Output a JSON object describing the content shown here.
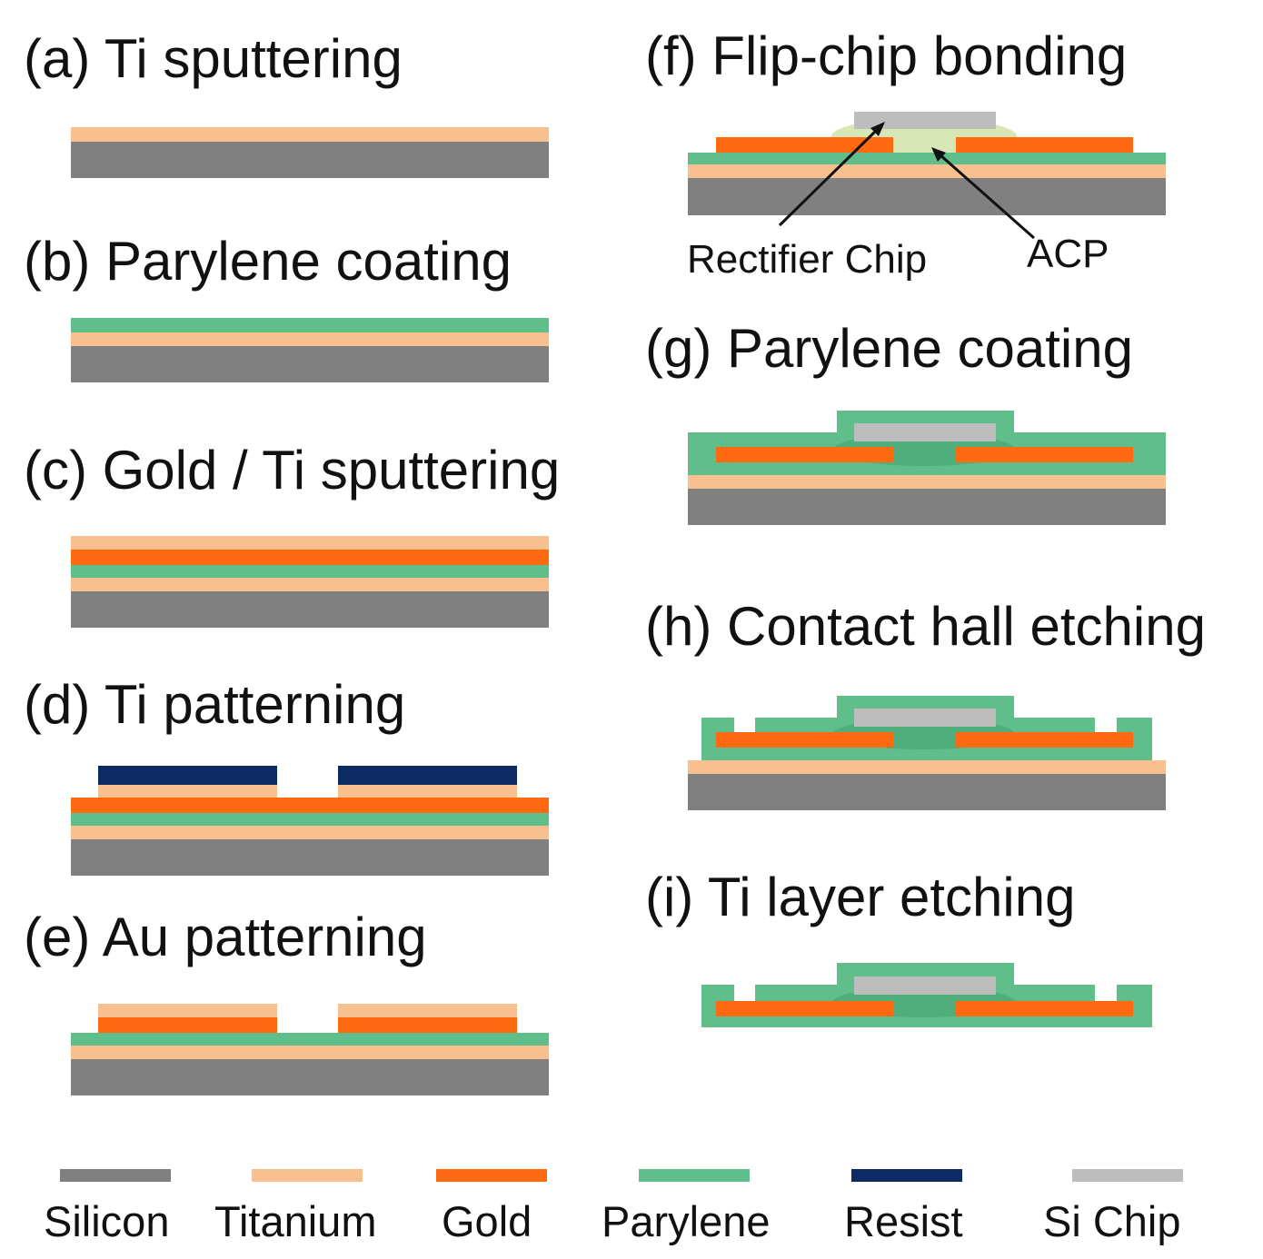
{
  "colors": {
    "silicon": "#808080",
    "titanium": "#f9c08f",
    "gold": "#ff6a10",
    "parylene": "#5fbe89",
    "parylene_dark": "#4fae79",
    "resist": "#0d2a63",
    "sichip": "#bdbdbd",
    "acp": "#d8e7b6"
  },
  "steps": [
    {
      "id": "a",
      "label": "(a) Ti sputtering"
    },
    {
      "id": "b",
      "label": "(b) Parylene coating"
    },
    {
      "id": "c",
      "label": "(c) Gold / Ti sputtering"
    },
    {
      "id": "d",
      "label": "(d) Ti patterning"
    },
    {
      "id": "e",
      "label": "(e) Au patterning"
    },
    {
      "id": "f",
      "label": "(f) Flip-chip bonding"
    },
    {
      "id": "g",
      "label": "(g) Parylene coating"
    },
    {
      "id": "h",
      "label": "(h) Contact hall etching"
    },
    {
      "id": "i",
      "label": "(i) Ti layer etching"
    }
  ],
  "callouts": {
    "rectifier": "Rectifier Chip",
    "acp": "ACP"
  },
  "legend": [
    {
      "label": "Silicon",
      "material": "silicon"
    },
    {
      "label": "Titanium",
      "material": "titanium"
    },
    {
      "label": "Gold",
      "material": "gold"
    },
    {
      "label": "Parylene",
      "material": "parylene"
    },
    {
      "label": "Resist",
      "material": "resist"
    },
    {
      "label": "Si Chip",
      "material": "sichip"
    }
  ]
}
